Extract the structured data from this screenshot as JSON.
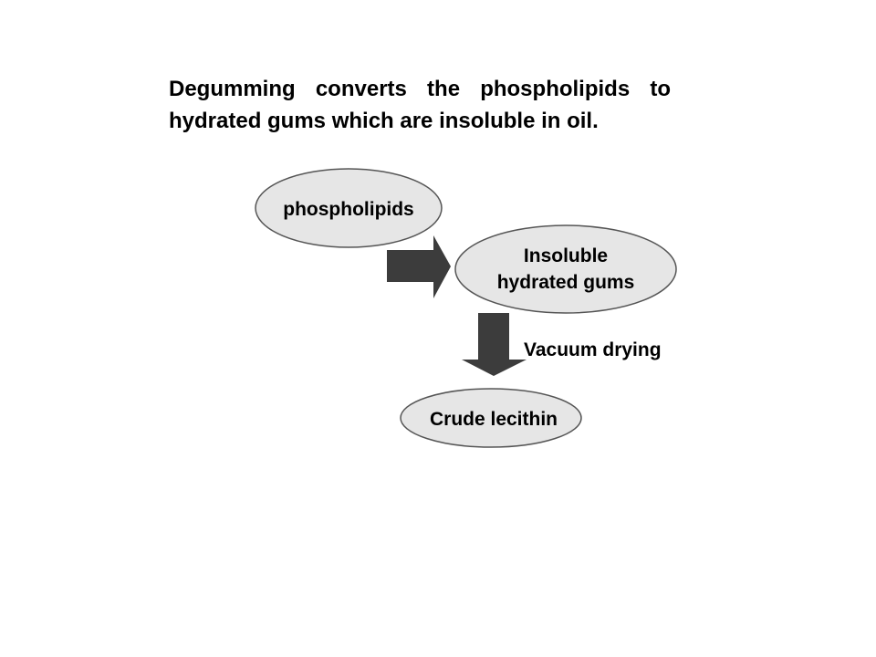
{
  "intro_text": "Degumming converts the phospholipids to hydrated gums which are insoluble in oil.",
  "nodes": {
    "phospholipids": "phospholipids",
    "gums_line1": "Insoluble",
    "gums_line2": "hydrated gums",
    "lecithin": "Crude lecithin"
  },
  "edges": {
    "vacuum_drying": "Vacuum drying"
  },
  "colors": {
    "node_fill": "#e6e6e6",
    "node_stroke": "#555555",
    "arrow_fill": "#3c3c3c"
  }
}
